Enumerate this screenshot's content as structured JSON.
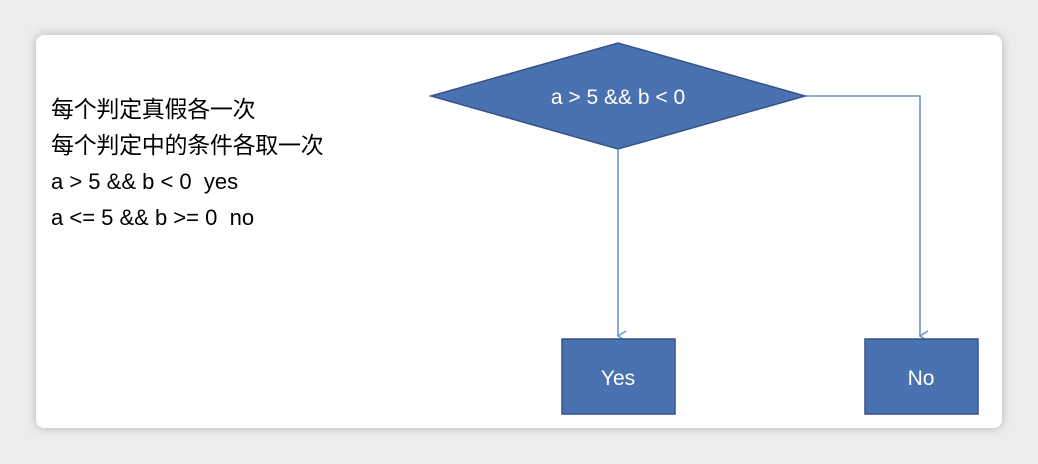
{
  "notes": {
    "line1": "每个判定真假各一次",
    "line2": "每个判定中的条件各取一次",
    "line3": "a > 5 && b < 0  yes",
    "line4": "a <= 5 && b >= 0  no"
  },
  "flowchart": {
    "decision_label": "a > 5 && b < 0",
    "yes_label": "Yes",
    "no_label": "No"
  },
  "colors": {
    "shape_fill": "#4a72b0",
    "shape_stroke": "#33548a",
    "connector": "#6f93c9"
  }
}
